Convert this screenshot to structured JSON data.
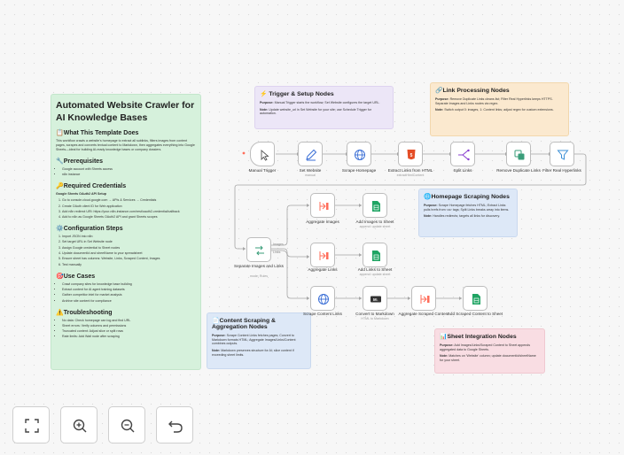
{
  "colors": {
    "canvas": "#f7f7f7",
    "green": "#d6f1dc",
    "purple": "#ece6f7",
    "orange": "#fbe9cf",
    "blue": "#dde8f7",
    "pink": "#f9dde3",
    "accent": "#ff6d5a"
  },
  "overview": {
    "title": "Automated Website Crawler for AI Knowledge Bases",
    "what_heading": "What This Template Does",
    "what_text": "This workflow crawls a website's homepage to extract all sublinks, filters images from content pages, scrapes and converts textual content to Markdown, then aggregates everything into Google Sheets—ideal for building AI-ready knowledge bases or company dossiers.",
    "prereq_heading": "Prerequisites",
    "prereq_items": [
      "Google account with Sheets access",
      "n8n instance"
    ],
    "cred_heading": "Required Credentials",
    "cred_sub": "Google Sheets OAuth2 API Setup",
    "cred_items": [
      "Go to console.cloud.google.com → APIs & Services → Credentials",
      "Create OAuth client ID for Web application",
      "Add n8n redirect URI: https://your-n8n-instance.com/rest/oauth2-credential/callback",
      "Add to n8n as Google Sheets OAuth2 API and grant Sheets scopes"
    ],
    "config_heading": "Configuration Steps",
    "config_items": [
      "Import JSON into n8n",
      "Set target URL in Set Website node",
      "Assign Google credential to Sheet nodes",
      "Update documentId and sheetName to your spreadsheet",
      "Ensure sheet has columns: Website, Links, Scraped Content, Images",
      "Test manually"
    ],
    "use_heading": "Use Cases",
    "use_items": [
      "Crawl company sites for knowledge base building",
      "Extract content for AI agent training datasets",
      "Gather competitor intel for market analysis",
      "Archive site content for compliance"
    ],
    "trouble_heading": "Troubleshooting",
    "trouble_items": [
      "No data: Check homepage can log and find URL",
      "Sheet errors: Verify columns and permissions",
      "Truncated content: Adjust slice or split rows",
      "Rate limits: Add Wait node after scraping"
    ]
  },
  "notes": {
    "trigger": {
      "title": "Trigger & Setup Nodes",
      "purpose": "Manual Trigger starts the workflow; Set Website configures the target URL.",
      "note": "Update website_url in Set Website for your site; use Schedule Trigger for automation."
    },
    "link": {
      "title": "Link Processing Nodes",
      "purpose": "Remove Duplicate Links cleans list; Filter Real Hyperlinks keeps HTTPS. Separate Images and Links routes via regex.",
      "note": "Switch output 0: images, 1: Content links; adjust regex for custom extensions."
    },
    "homepage": {
      "title": "Homepage Scraping Nodes",
      "purpose": "Scrape Homepage fetches HTML; Extract Links pulls hrefs from <a> tags; Split Links breaks array into items.",
      "note": "Handles redirects; targets all links for discovery."
    },
    "content": {
      "title": "Content Scraping & Aggregation Nodes",
      "purpose": "Scrape Content Links fetches pages; Convert to Markdown formats HTML; Aggregate Images/Links/Content combines outputs.",
      "note": "Markdown preserves structure for AI; slice content if exceeding sheet limits."
    },
    "sheet": {
      "title": "Sheet Integration Nodes",
      "purpose": "Add Images/Links/Scraped Content to Sheet appends aggregated data to Google Sheets.",
      "note": "Matches on 'Website' column; update documentId/sheetName for your sheet."
    },
    "purpose_label": "Purpose:",
    "note_label": "Note:"
  },
  "nodes": {
    "manual_trigger": {
      "label": "Manual Trigger"
    },
    "set_website": {
      "label": "Set Website",
      "sub": "manual"
    },
    "scrape_homepage": {
      "label": "Scrape Homepage"
    },
    "extract_links": {
      "label": "Extract Links from HTML",
      "sub": "extractHtmlContent"
    },
    "split_links": {
      "label": "Split Links"
    },
    "remove_dup": {
      "label": "Remove Duplicate Links"
    },
    "filter_real": {
      "label": "Filter Real Hyperlinks"
    },
    "separate": {
      "label": "Separate Images and Links",
      "sub": "mode: Rules"
    },
    "agg_images": {
      "label": "Aggregate Images"
    },
    "add_images": {
      "label": "Add Images to Sheet",
      "sub": "append: update sheet"
    },
    "agg_links": {
      "label": "Aggregate Links"
    },
    "add_links": {
      "label": "Add Links to Sheet",
      "sub": "append: update sheet"
    },
    "scrape_content": {
      "label": "Scrape Content Links"
    },
    "convert_md": {
      "label": "Convert to Markdown",
      "sub": "HTML to Markdown"
    },
    "agg_content": {
      "label": "Aggregate Scraped Content"
    },
    "add_content": {
      "label": "Add Scraped Content to Sheet",
      "sub": "append: update sheet"
    }
  },
  "edge_labels": {
    "images": "Images",
    "links": "Links"
  },
  "toolbar": {
    "fit": "fit-to-view",
    "zoom_in": "zoom-in",
    "zoom_out": "zoom-out",
    "undo": "undo"
  }
}
